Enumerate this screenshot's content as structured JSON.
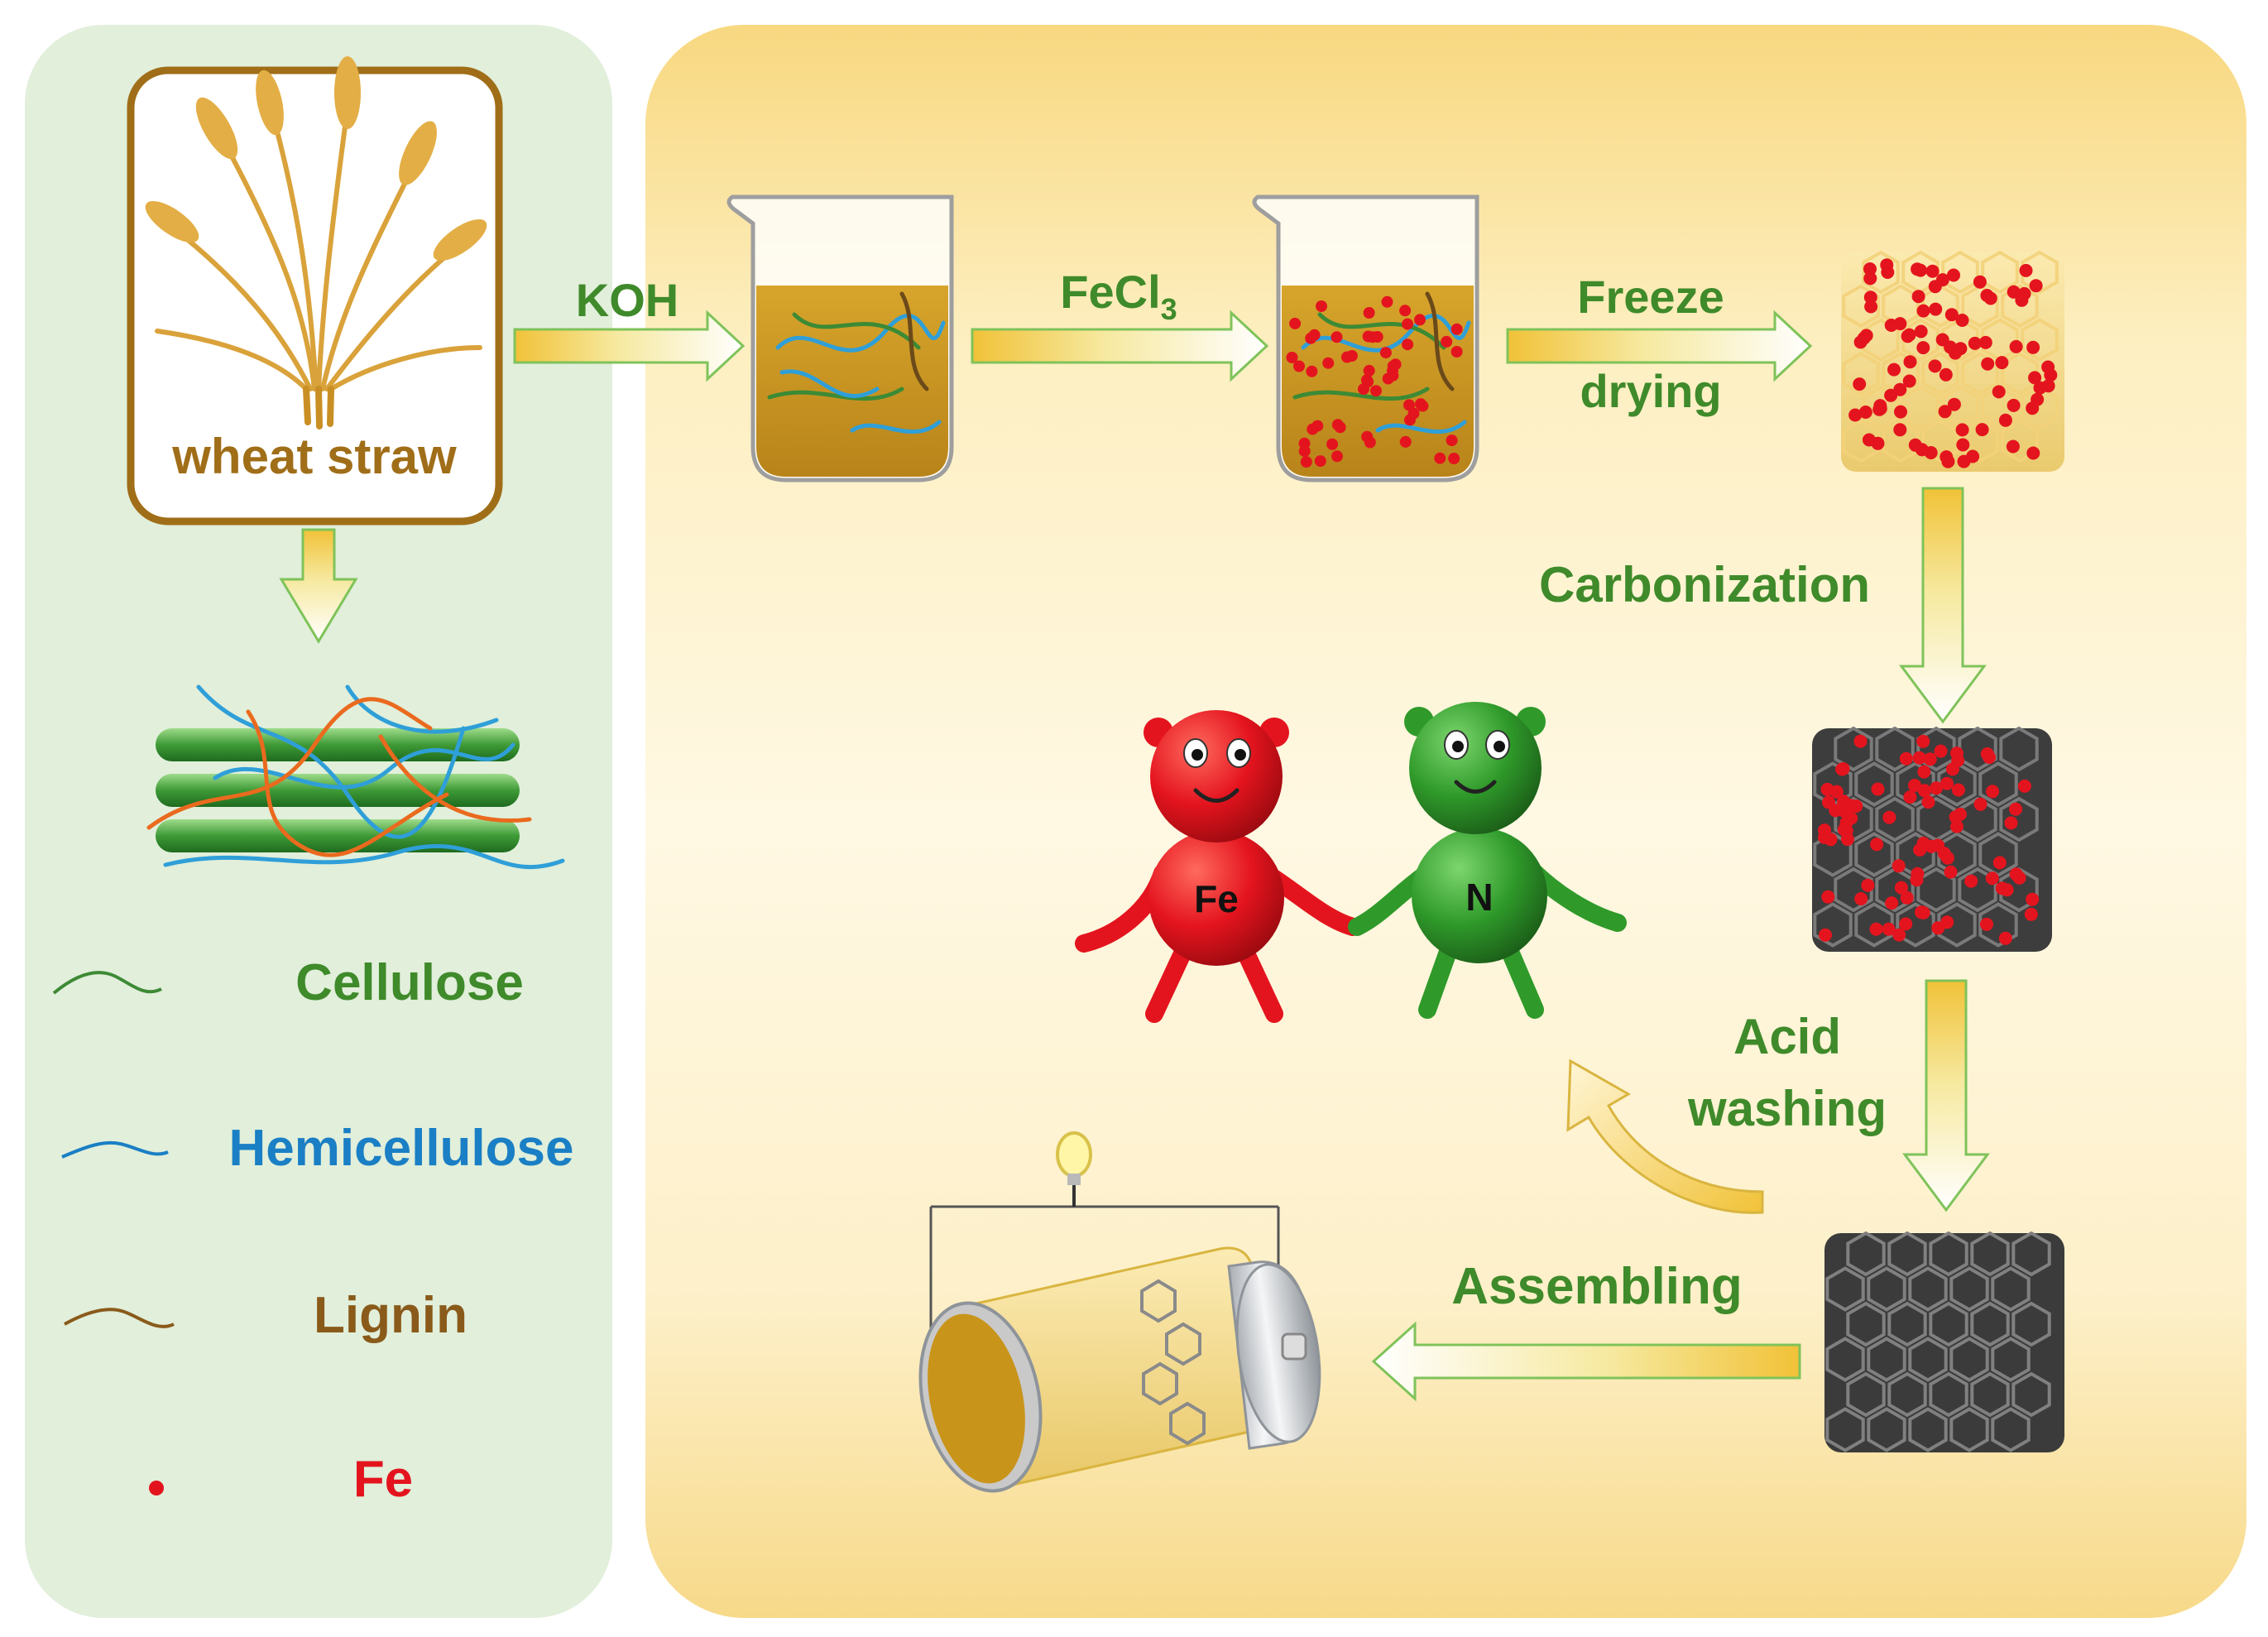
{
  "source": {
    "label": "wheat straw"
  },
  "process": {
    "koh": "KOH",
    "fecl3_main": "FeCl",
    "fecl3_sub": "3",
    "freeze": "Freeze",
    "drying": "drying",
    "carbonization": "Carbonization",
    "acid": "Acid",
    "washing": "washing",
    "assembling": "Assembling"
  },
  "mascots": {
    "fe": "Fe",
    "n": "N"
  },
  "legend": {
    "cellulose": "Cellulose",
    "hemicellulose": "Hemicellulose",
    "lignin": "Lignin",
    "fe": "Fe"
  },
  "colors": {
    "left_panel": "#e1efdb",
    "right_panel_top": "#f8d880",
    "right_panel_mid": "#fff8e3",
    "label_green": "#3f8a2a",
    "cellulose": "#3d8a35",
    "hemicellulose": "#1a7fc4",
    "lignin": "#8a5a1a",
    "fe_red": "#e4141e",
    "frame_brown": "#a06e18",
    "liquid": "#c9941a"
  }
}
